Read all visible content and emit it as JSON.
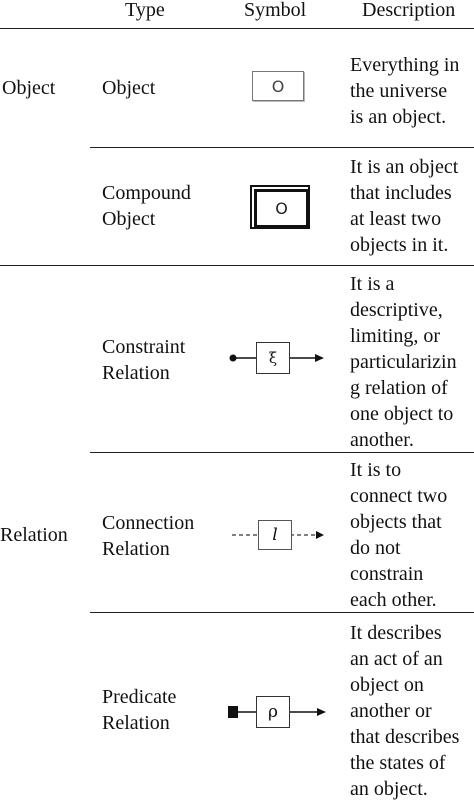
{
  "header": {
    "type": "Type",
    "symbol": "Symbol",
    "description": "Description"
  },
  "categories": {
    "object": "Object",
    "relation": "Relation"
  },
  "rows": {
    "object": {
      "type": [
        "Object"
      ],
      "symbol_char": "O",
      "description": [
        "Everything in",
        "the universe",
        "is an object."
      ]
    },
    "compound": {
      "type": [
        "Compound",
        "Object"
      ],
      "symbol_char": "O",
      "description": [
        "It is an object",
        "that includes",
        "at least two",
        "objects in it."
      ]
    },
    "constraint": {
      "type": [
        "Constraint",
        "Relation"
      ],
      "symbol_char": "ξ",
      "description": [
        "It is a",
        "descriptive,",
        "limiting, or",
        "particularizin",
        "g relation of",
        "one object to",
        "another."
      ]
    },
    "connection": {
      "type": [
        "Connection",
        "Relation"
      ],
      "symbol_char": "l",
      "description": [
        "It is to",
        "connect two",
        "objects that",
        "do not",
        "constrain",
        "each other."
      ]
    },
    "predicate": {
      "type": [
        "Predicate",
        "Relation"
      ],
      "symbol_char": "ρ",
      "description": [
        "It describes",
        "an act of an",
        "object on",
        "another or",
        "that describes",
        "the states of",
        "an object."
      ]
    }
  }
}
